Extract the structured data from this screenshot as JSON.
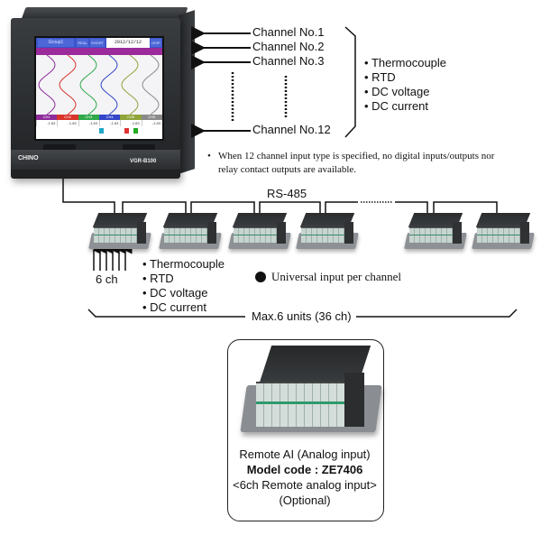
{
  "recorder": {
    "model": "VGR-B100",
    "logo": "CHINO",
    "screen": {
      "group_label": "Group1",
      "buttons": [
        "REAL",
        "SHORT"
      ],
      "datetime": "2012/12/12 14:16:12",
      "disp_button": "DISP",
      "channels": [
        "CH1",
        "CH2",
        "CH3",
        "CH4",
        "CH5",
        "CH6"
      ],
      "channel_colors": [
        "#8e2c9a",
        "#d9342b",
        "#2fa84a",
        "#3446c9",
        "#8fa43a",
        "#8a8a8a"
      ],
      "values": [
        "-1.63",
        "-1.63",
        "-1.63",
        "-1.63",
        "-1.63",
        "-1.63"
      ]
    }
  },
  "channels": {
    "items": [
      "Channel No.1",
      "Channel No.2",
      "Channel No.3",
      "Channel No.12"
    ],
    "input_types": [
      "Thermocouple",
      "RTD",
      "DC voltage",
      "DC current"
    ]
  },
  "note": "When 12 channel input type is specified, no digital inputs/outputs nor relay contact outputs are available.",
  "bus": {
    "label": "RS-485",
    "units_label": "Max.6 units (36 ch)"
  },
  "module_inputs": {
    "count_label": "6 ch",
    "input_types": [
      "Thermocouple",
      "RTD",
      "DC voltage",
      "DC current"
    ],
    "universal_note": "Universal input per channel"
  },
  "optional_unit": {
    "line1": "Remote AI  (Analog input)",
    "line2": "Model code : ZE7406",
    "line3": "<6ch Remote analog input>",
    "line4": "(Optional)"
  }
}
